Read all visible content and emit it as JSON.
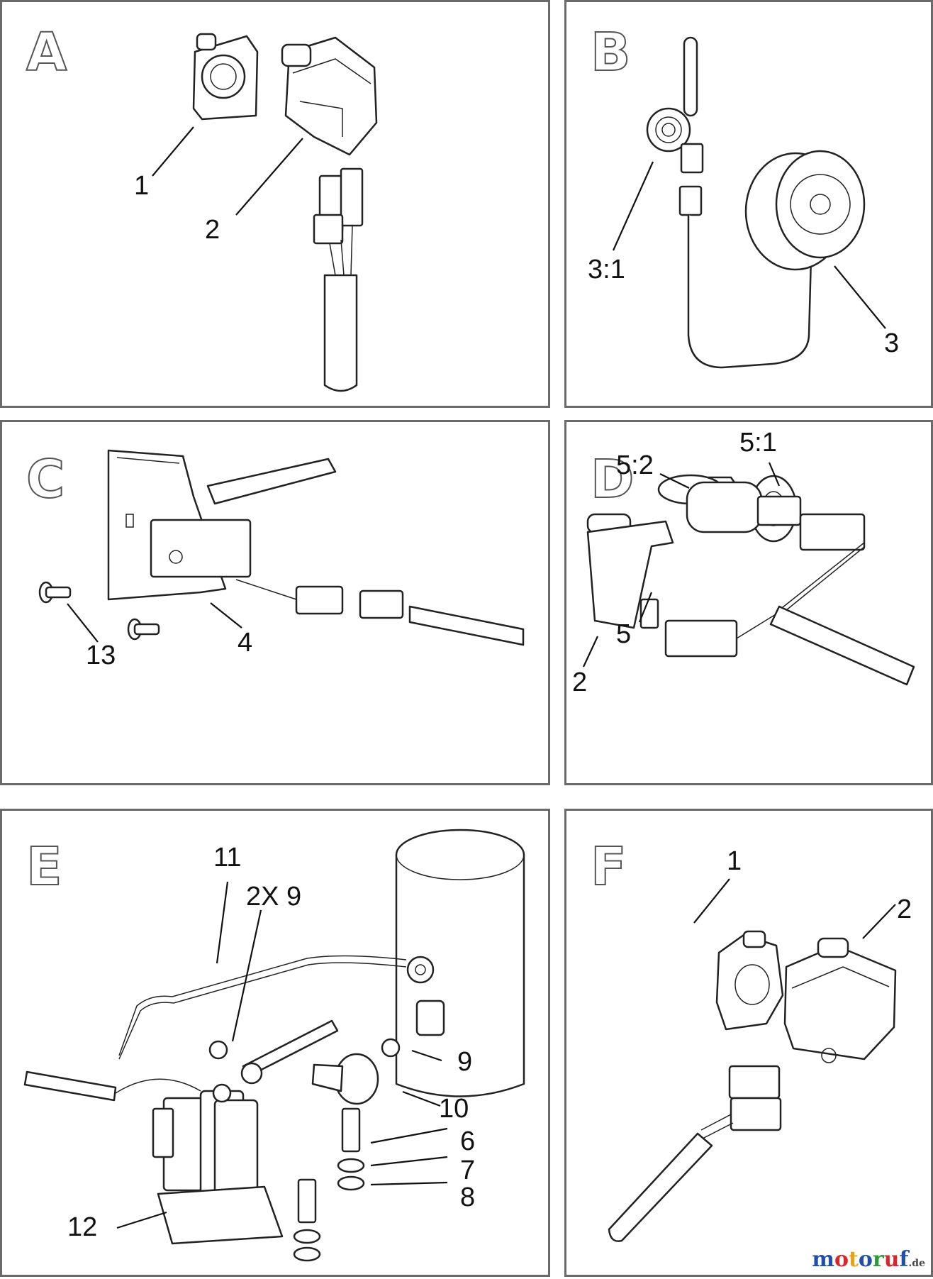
{
  "panels": [
    {
      "letter": "A",
      "labels": [
        "1",
        "2"
      ]
    },
    {
      "letter": "B",
      "labels": [
        "3:1",
        "3"
      ]
    },
    {
      "letter": "C",
      "labels": [
        "13",
        "4"
      ]
    },
    {
      "letter": "D",
      "labels": [
        "5:2",
        "5:1",
        "5",
        "2"
      ]
    },
    {
      "letter": "E",
      "labels": [
        "11",
        "2X 9",
        "9",
        "10",
        "6",
        "7",
        "8",
        "12"
      ]
    },
    {
      "letter": "F",
      "labels": [
        "1",
        "2"
      ]
    }
  ],
  "watermark": {
    "letters": [
      "m",
      "o",
      "t",
      "o",
      "r",
      "u",
      "f"
    ],
    "colors": [
      "#1f4fa8",
      "#d8262b",
      "#e8a218",
      "#1f4fa8",
      "#2d9a3a",
      "#d8262b",
      "#1f4fa8"
    ],
    "suffix": ".de"
  }
}
